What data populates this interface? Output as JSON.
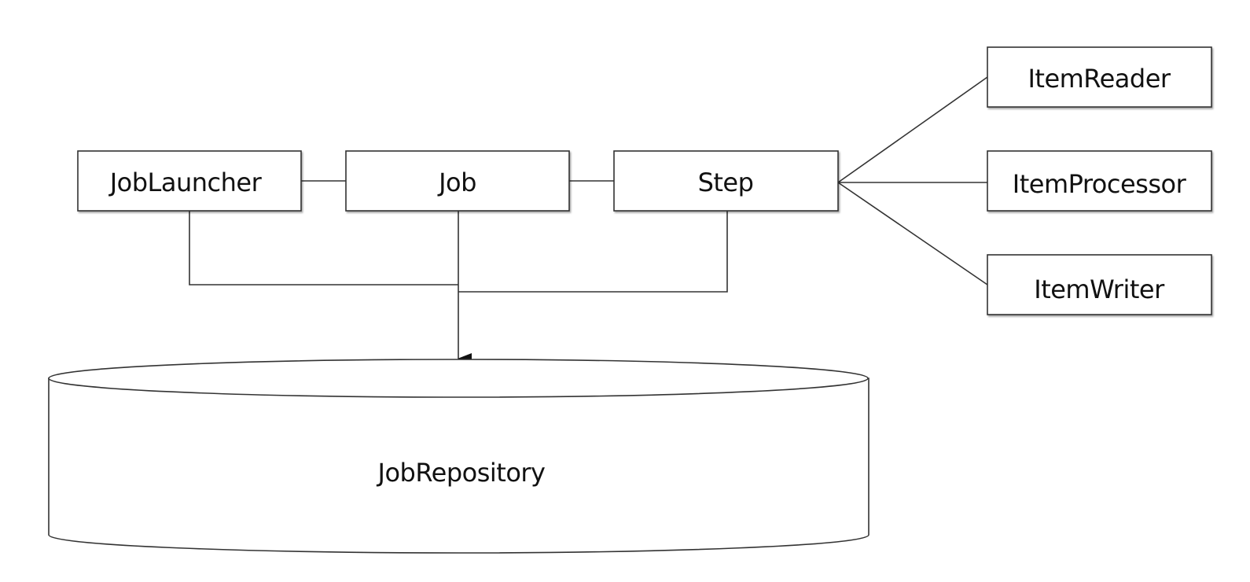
{
  "diagram": {
    "nodes": {
      "job_launcher": "JobLauncher",
      "job": "Job",
      "step": "Step",
      "item_reader": "ItemReader",
      "item_processor": "ItemProcessor",
      "item_writer": "ItemWriter",
      "job_repository": "JobRepository"
    }
  }
}
